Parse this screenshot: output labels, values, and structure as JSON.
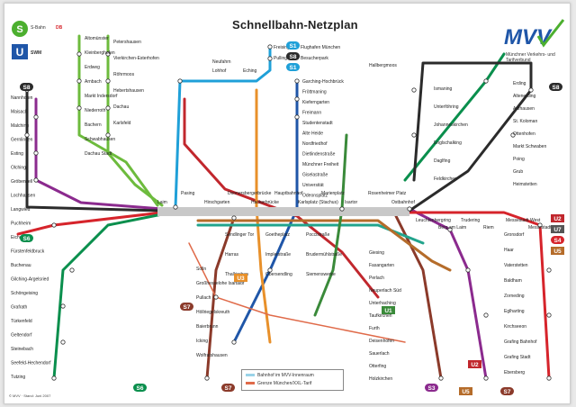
{
  "title": "Schnellbahn-Netzplan",
  "brand": {
    "name": "MVV",
    "subtitle": "Münchner Verkehrs- und Tarifverbund",
    "accent": "#1f56a8",
    "tick_color": "#4caf2f"
  },
  "header_left": {
    "sbahn_label": "S-Bahn",
    "db_label": "DB",
    "ubahn_label": "SWM"
  },
  "legend": {
    "row1": "Bahnhof im MVV-Innenraum",
    "row2": "Grenze München/XXL-Tarif"
  },
  "footer": "© MVV · Stand: Juni 2007",
  "lines": [
    {
      "id": "S1",
      "color": "#1fa0d8"
    },
    {
      "id": "S2",
      "color": "#6dbb3d"
    },
    {
      "id": "S3",
      "color": "#8b2a8e"
    },
    {
      "id": "S4",
      "color": "#d6242b"
    },
    {
      "id": "S6",
      "color": "#0a8f4d"
    },
    {
      "id": "S7",
      "color": "#8b3a2a"
    },
    {
      "id": "S8",
      "color": "#2b2b2b"
    },
    {
      "id": "S20",
      "color": "#e77b8f"
    },
    {
      "id": "S27",
      "color": "#e77b8f"
    },
    {
      "id": "U1",
      "color": "#3a8a3a"
    },
    {
      "id": "U2",
      "color": "#c1272d"
    },
    {
      "id": "U3",
      "color": "#e8902a"
    },
    {
      "id": "U4",
      "color": "#22a48c"
    },
    {
      "id": "U5",
      "color": "#b56c2a"
    },
    {
      "id": "U6",
      "color": "#1f56a8"
    },
    {
      "id": "XXL",
      "color": "#e06b4a"
    }
  ],
  "line_badges_top": [
    "S1",
    "S8",
    "S1"
  ],
  "line_badges_left": [
    "S8",
    "S6"
  ],
  "line_badges_right": [
    "S8",
    "U2",
    "U7",
    "S4",
    "U5"
  ],
  "line_badges_bottom": [
    "S6",
    "S7",
    "S7",
    "U1",
    "S3",
    "U2",
    "U5",
    "S7",
    "U3"
  ],
  "stations": {
    "top_center": [
      "Freising",
      "Pulling",
      "Flughafen München",
      "Besucherpark",
      "Neufahrn",
      "Lohhof",
      "Eching",
      "Hallbergmoos"
    ],
    "north": [
      "Garching-Hochbrück",
      "Fröttmaning",
      "Kieferngarten",
      "Freimann",
      "Studentenstadt",
      "Alte Heide",
      "Nordfriedhof",
      "Dietlindenstraße",
      "Münchner Freiheit",
      "Giselastraße",
      "Universität",
      "Odeonsplatz"
    ],
    "left_top": [
      "Altomünster",
      "Kleinberghofen",
      "Erdweg",
      "Arnbach",
      "Markt Indersdorf",
      "Niederroth",
      "Bachern",
      "Schwabhausen",
      "Dachau Stadt",
      "Petershausen",
      "Vierkirchen-Esterhofen",
      "Röhrmoos",
      "Hebertshausen",
      "Dachau",
      "Karlsfeld"
    ],
    "left": [
      "Nannhofen",
      "Maisach",
      "Malching",
      "Gernlinden",
      "Esting",
      "Olching",
      "Gröbenzell",
      "Lochhausen",
      "Langwied",
      "Puchheim",
      "Eichenau",
      "Fürstenfeldbruck",
      "Buchenau",
      "Gilching-Argelsried",
      "Schöngeising",
      "Grafrath",
      "Türkenfeld",
      "Geltendorf",
      "Steinebach",
      "Seefeld-Hechendorf",
      "Tutzing"
    ],
    "center": [
      "Laim",
      "Pasing",
      "Hirschgarten",
      "Donnersbergerbrücke",
      "Hackerbrücke",
      "Hauptbahnhof",
      "Karlsplatz (Stachus)",
      "Marienplatz",
      "Isartor",
      "Rosenheimer Platz",
      "Ostbahnhof",
      "Sendlinger Tor",
      "Goetheplatz",
      "Poccistraße",
      "Harras",
      "Implerstraße",
      "Brudermühlstraße",
      "Thalkirchen",
      "Obersendling",
      "Siemenswerke"
    ],
    "right": [
      "Leuchtenbergring",
      "Berg am Laim",
      "Trudering",
      "Riem",
      "Messestadt West",
      "Messestadt Ost",
      "Gronsdorf",
      "Haar",
      "Vaterstetten",
      "Baldham",
      "Zorneding",
      "Eglharting",
      "Kirchseeon",
      "Grafing Bahnhof",
      "Grafing Stadt",
      "Ebersberg"
    ],
    "right_top": [
      "Ismaning",
      "Unterföhring",
      "Johanneskirchen",
      "Englschalking",
      "Daglfing",
      "Feldkirchen",
      "Erding",
      "Altenerding",
      "Aufhausen",
      "St. Koloman",
      "Ottenhofen",
      "Markt Schwaben",
      "Poing",
      "Grub",
      "Heimstetten"
    ],
    "south": [
      "Giesing",
      "Fasangarten",
      "Perlach",
      "Neuperlach Süd",
      "Unterhaching",
      "Taufkirchen",
      "Furth",
      "Deisenhofen",
      "Sauerlach",
      "Otterfing",
      "Holzkirchen",
      "Solln",
      "Großhesselohe Isartalbf",
      "Pullach",
      "Höllriegelskreuth",
      "Baierbrunn",
      "Icking",
      "Wolfratshausen"
    ]
  }
}
